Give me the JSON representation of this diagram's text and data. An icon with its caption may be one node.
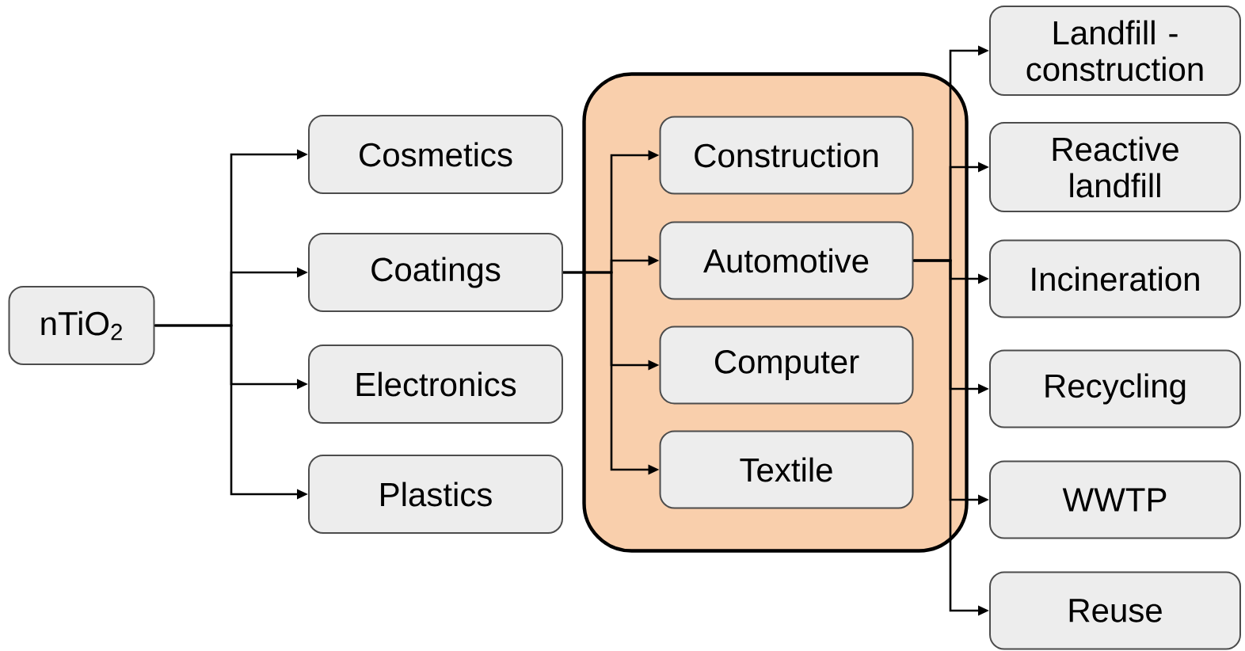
{
  "diagram": {
    "nodes": [
      {
        "text": [
          "nTiO$_{2}$"
        ]
      },
      {
        "text": [
          "Cosmetics"
        ]
      },
      {
        "text": [
          "Coatings"
        ]
      },
      {
        "text": [
          "Electronics"
        ]
      },
      {
        "text": [
          "Plastics"
        ]
      },
      {
        "text": [],
        "shape": "box"
      },
      {
        "text": [
          "Construction"
        ],
        "in": 5
      },
      {
        "text": [
          "Automotive"
        ],
        "in": 5
      },
      {
        "text": [
          "Computer"
        ],
        "in": 5
      },
      {
        "text": [
          "Textile"
        ],
        "in": 5
      },
      {
        "text": [
          "Landfill - construction"
        ]
      },
      {
        "text": [
          "Reactive landfill"
        ]
      },
      {
        "text": [
          "Incineration"
        ]
      },
      {
        "text": [
          "Recycling"
        ]
      },
      {
        "text": [
          "WWTP"
        ]
      },
      {
        "text": [
          "Reuse"
        ]
      }
    ],
    "edges": [
      {
        "from": 0,
        "to": 1,
        "arrow": "to"
      },
      {
        "from": 0,
        "to": 2,
        "arrow": "to"
      },
      {
        "from": 0,
        "to": 3,
        "arrow": "to"
      },
      {
        "from": 0,
        "to": 4,
        "arrow": "to"
      },
      {
        "from": 2,
        "to": 6,
        "arrow": "to"
      },
      {
        "from": 2,
        "to": 7,
        "arrow": "to"
      },
      {
        "from": 2,
        "to": 8,
        "arrow": "to"
      },
      {
        "from": 2,
        "to": 9,
        "arrow": "to"
      },
      {
        "from": 7,
        "to": 10,
        "arrow": "to"
      },
      {
        "from": 7,
        "to": 11,
        "arrow": "to"
      },
      {
        "from": 7,
        "to": 12,
        "arrow": "to"
      },
      {
        "from": 7,
        "to": 13,
        "arrow": "to"
      },
      {
        "from": 7,
        "to": 14,
        "arrow": "to"
      },
      {
        "from": 7,
        "to": 15,
        "arrow": "to"
      }
    ]
  }
}
